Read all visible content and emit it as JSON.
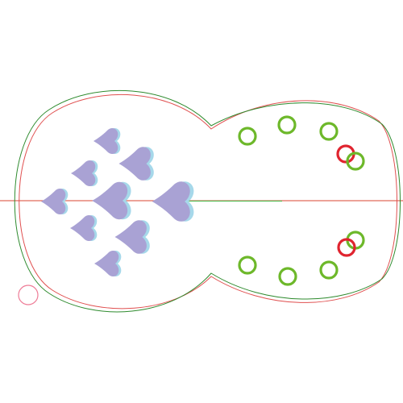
{
  "colors": {
    "outline_green": "#2e8b2e",
    "outline_red": "#e05050",
    "axis_red": "#e06a5a",
    "axis_green": "#5cbf5c",
    "heart_fill": "#a9a2d4",
    "heart_shadow": "#a6d8ea",
    "ring_green": "#6db82a",
    "ring_red": "#e0242f",
    "marker_pink": "#ee7b96"
  },
  "hearts": [
    {
      "id": "1",
      "scale": 1.0
    },
    {
      "id": "2",
      "scale": 1.0
    },
    {
      "id": "3",
      "scale": 1.3
    },
    {
      "id": "4",
      "scale": 1.0
    },
    {
      "id": "5",
      "scale": 1.45
    },
    {
      "id": "6",
      "scale": 1.55
    },
    {
      "id": "7",
      "scale": 1.0
    },
    {
      "id": "8",
      "scale": 1.3
    },
    {
      "id": "9",
      "scale": 1.0
    },
    {
      "id": "10",
      "scale": 1.0
    }
  ],
  "rings": [
    {
      "id": "1",
      "color": "green"
    },
    {
      "id": "2",
      "color": "green"
    },
    {
      "id": "3",
      "color": "green"
    },
    {
      "id": "4",
      "color": "red"
    },
    {
      "id": "5",
      "color": "green"
    },
    {
      "id": "6",
      "color": "green"
    },
    {
      "id": "7",
      "color": "red"
    },
    {
      "id": "8",
      "color": "green"
    },
    {
      "id": "9",
      "color": "green"
    },
    {
      "id": "10",
      "color": "green"
    }
  ]
}
